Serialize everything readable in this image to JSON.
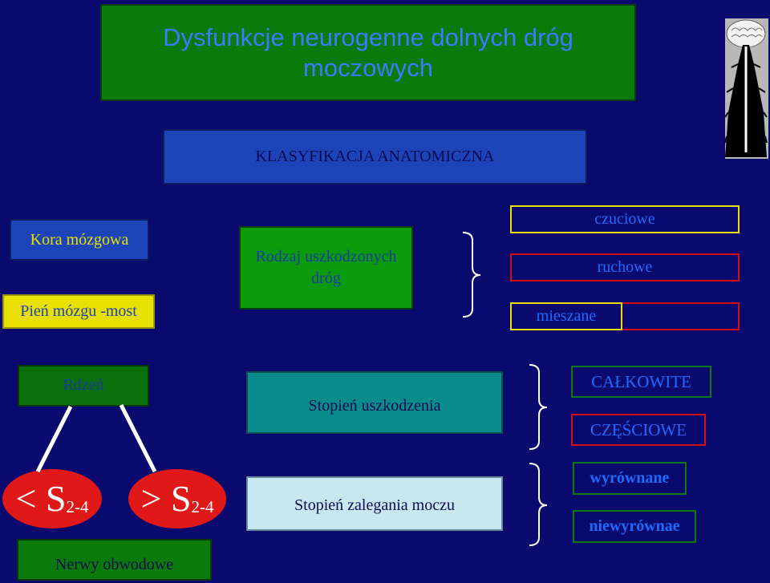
{
  "title": "Dysfunkcje neurogenne dolnych dróg moczowych",
  "classification": "KLASYFIKACJA ANATOMICZNA",
  "left_levels": {
    "kora": "Kora mózgowa",
    "pien": "Pień mózgu -most",
    "rdzen": "Rdzeń"
  },
  "rodzaj": {
    "label": "Rodzaj uszkodzonych dróg",
    "options": [
      "czuciowe",
      "ruchowe",
      "mieszane"
    ]
  },
  "stopien_uszkodzenia": {
    "label": "Stopień uszkodzenia",
    "options": [
      "CAŁKOWITE",
      "CZĘŚCIOWE"
    ]
  },
  "stopien_zalegania": {
    "label": "Stopień zalegania moczu",
    "options": [
      "wyrównane",
      "niewyrównae"
    ]
  },
  "segments": {
    "left": {
      "prefix": "< S",
      "sub": "2-4"
    },
    "right": {
      "prefix": "> S",
      "sub": "2-4"
    }
  },
  "nerwy": "Nerwy obwodowe",
  "icons": {
    "spinal": "brain-spinal-cord-icon"
  },
  "colors": {
    "background": "#0a0a6e",
    "green": "#0a7a0a",
    "blue": "#1c44b8",
    "yellow": "#e8e000",
    "red": "#e01818",
    "teal": "#0a8c8c",
    "light": "#c8e8f0"
  }
}
